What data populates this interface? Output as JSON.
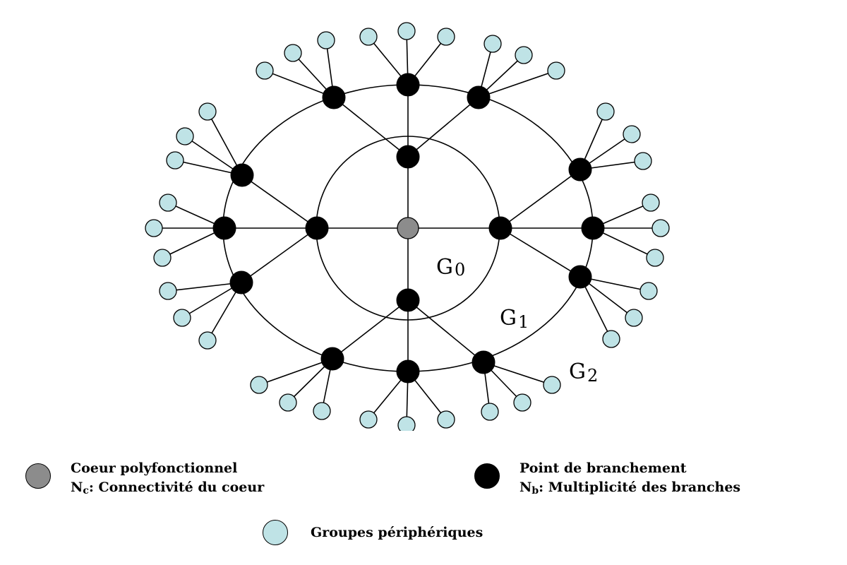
{
  "diagram": {
    "colors": {
      "core": "#8c8c8c",
      "branch_point": "#000000",
      "peripheral": "#bfe3e6",
      "line": "#000000"
    },
    "generation_labels": [
      {
        "letter": "G",
        "index": "0"
      },
      {
        "letter": "G",
        "index": "1"
      },
      {
        "letter": "G",
        "index": "2"
      }
    ]
  },
  "legend": {
    "core": {
      "title": "Coeur polyfonctionnel",
      "symbol": "N",
      "subscript": "c",
      "description": ": Connectivité du coeur"
    },
    "branch_point": {
      "title": "Point de branchement",
      "symbol": "N",
      "subscript": "b",
      "description": ": Multiplicité des branches"
    },
    "peripheral": {
      "title": "Groupes périphériques"
    }
  }
}
